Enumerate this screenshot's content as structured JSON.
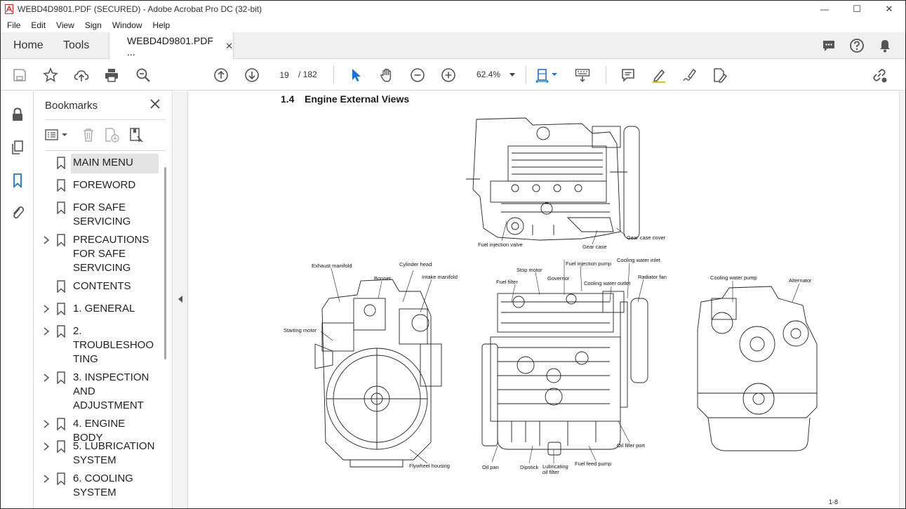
{
  "window": {
    "title": "WEBD4D9801.PDF (SECURED) - Adobe Acrobat Pro DC (32-bit)",
    "minimize": "—",
    "maximize": "☐",
    "close": "✕"
  },
  "menu": [
    "File",
    "Edit",
    "View",
    "Sign",
    "Window",
    "Help"
  ],
  "tabs": {
    "home": "Home",
    "tools": "Tools",
    "document": "WEBD4D9801.PDF ...",
    "document_close": "✕"
  },
  "toolbar": {
    "current_page": "19",
    "page_total": "/ 182",
    "zoom": "62.4%"
  },
  "bookmarks_panel": {
    "title": "Bookmarks",
    "items": [
      {
        "label": "MAIN MENU",
        "expandable": false,
        "selected": true
      },
      {
        "label": "FOREWORD",
        "expandable": false
      },
      {
        "label": "FOR SAFE SERVICING",
        "expandable": false
      },
      {
        "label": "PRECAUTIONS FOR SAFE SERVICING",
        "expandable": true
      },
      {
        "label": "CONTENTS",
        "expandable": false
      },
      {
        "label": "1.  GENERAL",
        "expandable": true
      },
      {
        "label": "2. TROUBLESHOOTING",
        "expandable": true
      },
      {
        "label": "3.  INSPECTION AND ADJUSTMENT",
        "expandable": true
      },
      {
        "label": "4. ENGINE BODY",
        "expandable": true
      },
      {
        "label": "5. LUBRICATION SYSTEM",
        "expandable": true
      },
      {
        "label": "6. COOLING SYSTEM",
        "expandable": true
      }
    ]
  },
  "document": {
    "section_number": "1.4",
    "section_title": "Engine External Views",
    "page_number": "1-8",
    "callouts": {
      "fuel_injection_valve": "Fuel injection valve",
      "gear_case": "Gear case",
      "gear_case_cover": "Gear case cover",
      "exhaust_manifold": "Exhaust manifold",
      "bonnet": "Bonnet",
      "cylinder_head": "Cylinder head",
      "intake_manifold": "Intake manifold",
      "starting_motor": "Starting motor",
      "flywheel_housing": "Flywheel housing",
      "stop_motor": "Stop motor",
      "fuel_injection_pump": "Fuel injection pump",
      "cooling_water_inlet": "Cooling water inlet",
      "fuel_filter": "Fuel filter",
      "governor": "Governor",
      "cooling_water_outlet": "Cooling water outlet",
      "radiator_fan": "Radiator fan",
      "oil_filler_port": "Oil filler port",
      "oil_pan": "Oil pan",
      "dipstick": "Dipstick",
      "lubricating_oil_filter_1": "Lubricating",
      "lubricating_oil_filter_2": "oil filter",
      "fuel_feed_pump": "Fuel feed pump",
      "cooling_water_pump": "Cooling water pump",
      "alternator": "Alternator"
    }
  }
}
